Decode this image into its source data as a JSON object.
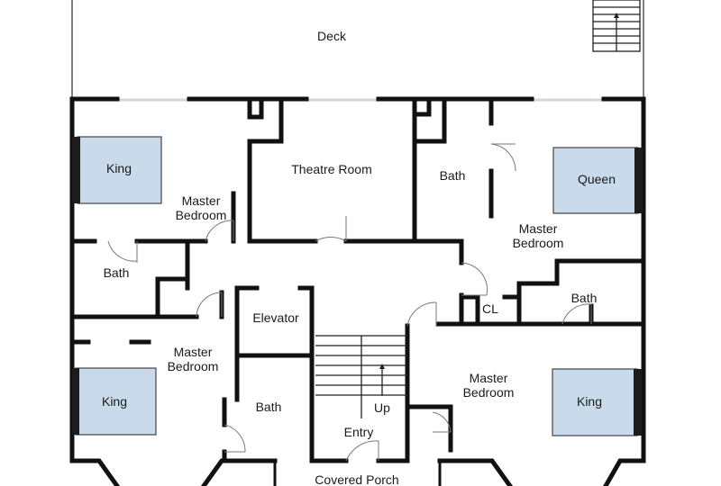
{
  "rooms": {
    "deck": "Deck",
    "theatre": "Theatre Room",
    "bath_top": "Bath",
    "master_nw_line1": "Master",
    "master_nw_line2": "Bedroom",
    "master_ne_line1": "Master",
    "master_ne_line2": "Bedroom",
    "bath_west": "Bath",
    "bath_east": "Bath",
    "closet": "CL",
    "elevator": "Elevator",
    "master_sw_line1": "Master",
    "master_sw_line2": "Bedroom",
    "master_se_line1": "Master",
    "master_se_line2": "Bedroom",
    "bath_center": "Bath",
    "stairs_up": "Up",
    "entry": "Entry",
    "covered_porch": "Covered Porch"
  },
  "beds": {
    "nw": "King",
    "ne": "Queen",
    "sw": "King",
    "se": "King"
  },
  "colors": {
    "wall": "#111111",
    "bed_fill": "#c9dbea",
    "window": "#cfd6dc"
  }
}
